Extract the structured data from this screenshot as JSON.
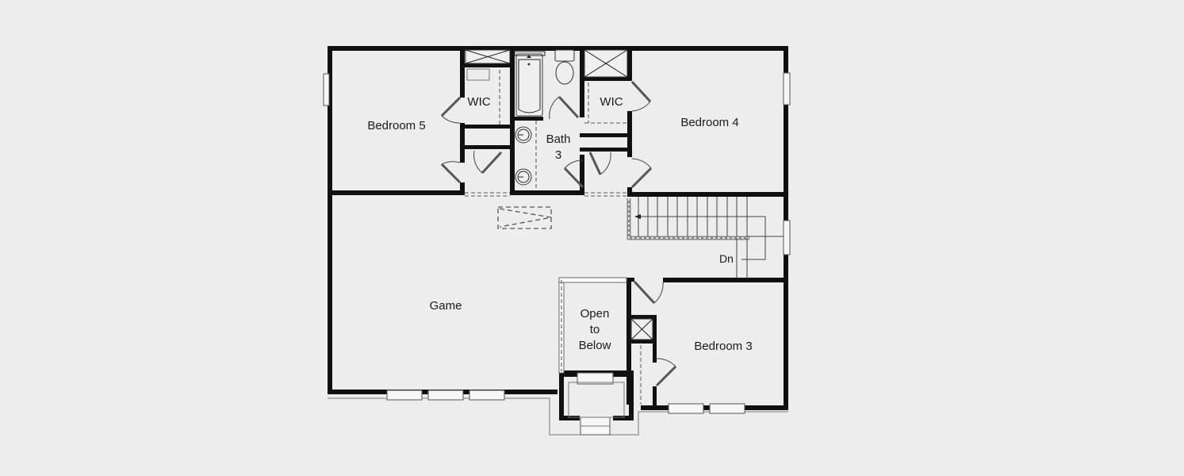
{
  "plan": {
    "background": "#ededed",
    "wall_color": "#111111",
    "rooms": {
      "bedroom5": "Bedroom 5",
      "bedroom4": "Bedroom 4",
      "bedroom3": "Bedroom 3",
      "game": "Game",
      "wic_left": "WIC",
      "wic_right": "WIC",
      "bath3_line1": "Bath",
      "bath3_line2": "3",
      "open_line1": "Open",
      "open_line2": "to",
      "open_line3": "Below"
    },
    "stairs": {
      "label": "Dn",
      "icon": "stair-arrow-icon"
    },
    "icons": {
      "door": "door-swing-icon",
      "window": "window-icon",
      "toilet": "toilet-icon",
      "tub": "bathtub-icon",
      "sink": "sink-icon",
      "linen": "linen-closet-icon",
      "attic": "attic-access-icon"
    }
  }
}
